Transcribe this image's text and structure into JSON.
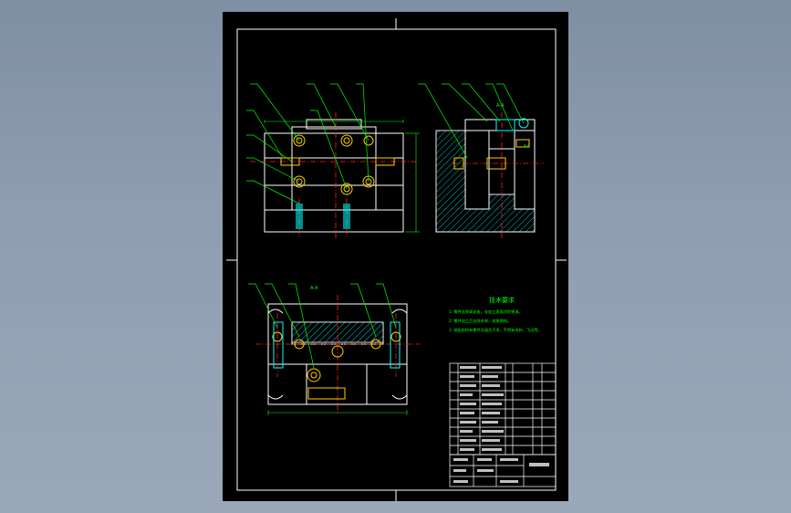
{
  "drawing": {
    "section_labels": [
      "A-A",
      "A-A",
      "A-A"
    ],
    "notes_title": "技术要求",
    "notes_lines": [
      "1. 零件去除氧化皮，非加工表面涂防锈漆。",
      "2. 零件加工后去除毛刺，锐角倒钝。",
      "3. 装配前所有零件须清洗干净，不得有毛刺、飞边等。"
    ],
    "colors": {
      "paper": "#000000",
      "border": "#ffffff",
      "part_outline": "#ffffff",
      "centerline": "#ff2020",
      "leader": "#00ff00",
      "hatch": "#00ffff",
      "hole": "#ffd000",
      "note_text": "#00ff00"
    }
  }
}
